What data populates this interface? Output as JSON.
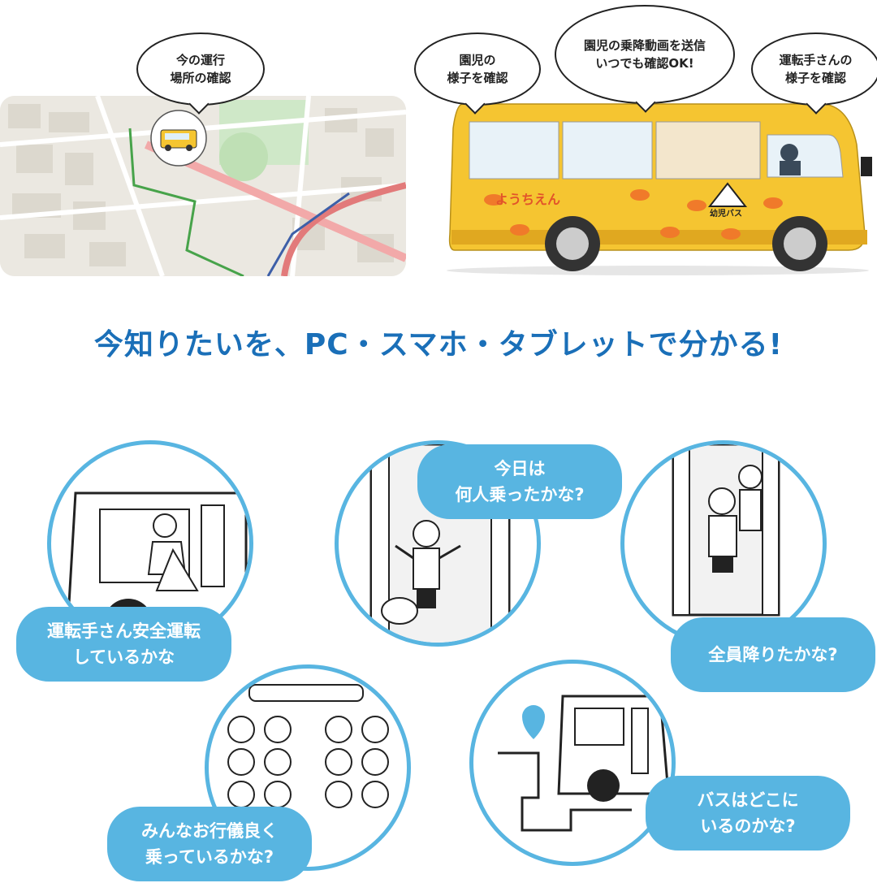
{
  "top": {
    "map_bubble": "今の運行\n場所の確認",
    "bus_bubbles": [
      {
        "text": "園児の\n様子を確認"
      },
      {
        "text": "園児の乗降動画を送信\nいつでも確認OK!"
      },
      {
        "text": "運転手さんの\n様子を確認"
      }
    ],
    "bus_text": "ようちえん",
    "bus_sign": "幼児バス"
  },
  "headline": "今知りたいを、PC・スマホ・タブレットで分かる!",
  "scenes": {
    "driver": "運転手さん安全運転\nしているかな",
    "boarding": "今日は\n何人乗ったかな?",
    "alighting": "全員降りたかな?",
    "seats": "みんなお行儀良く\n乗っているかな?",
    "location": "バスはどこに\nいるのかな?"
  },
  "colors": {
    "accent": "#58b5e1",
    "headline": "#1a6fb8",
    "bus_body": "#f5c531"
  }
}
